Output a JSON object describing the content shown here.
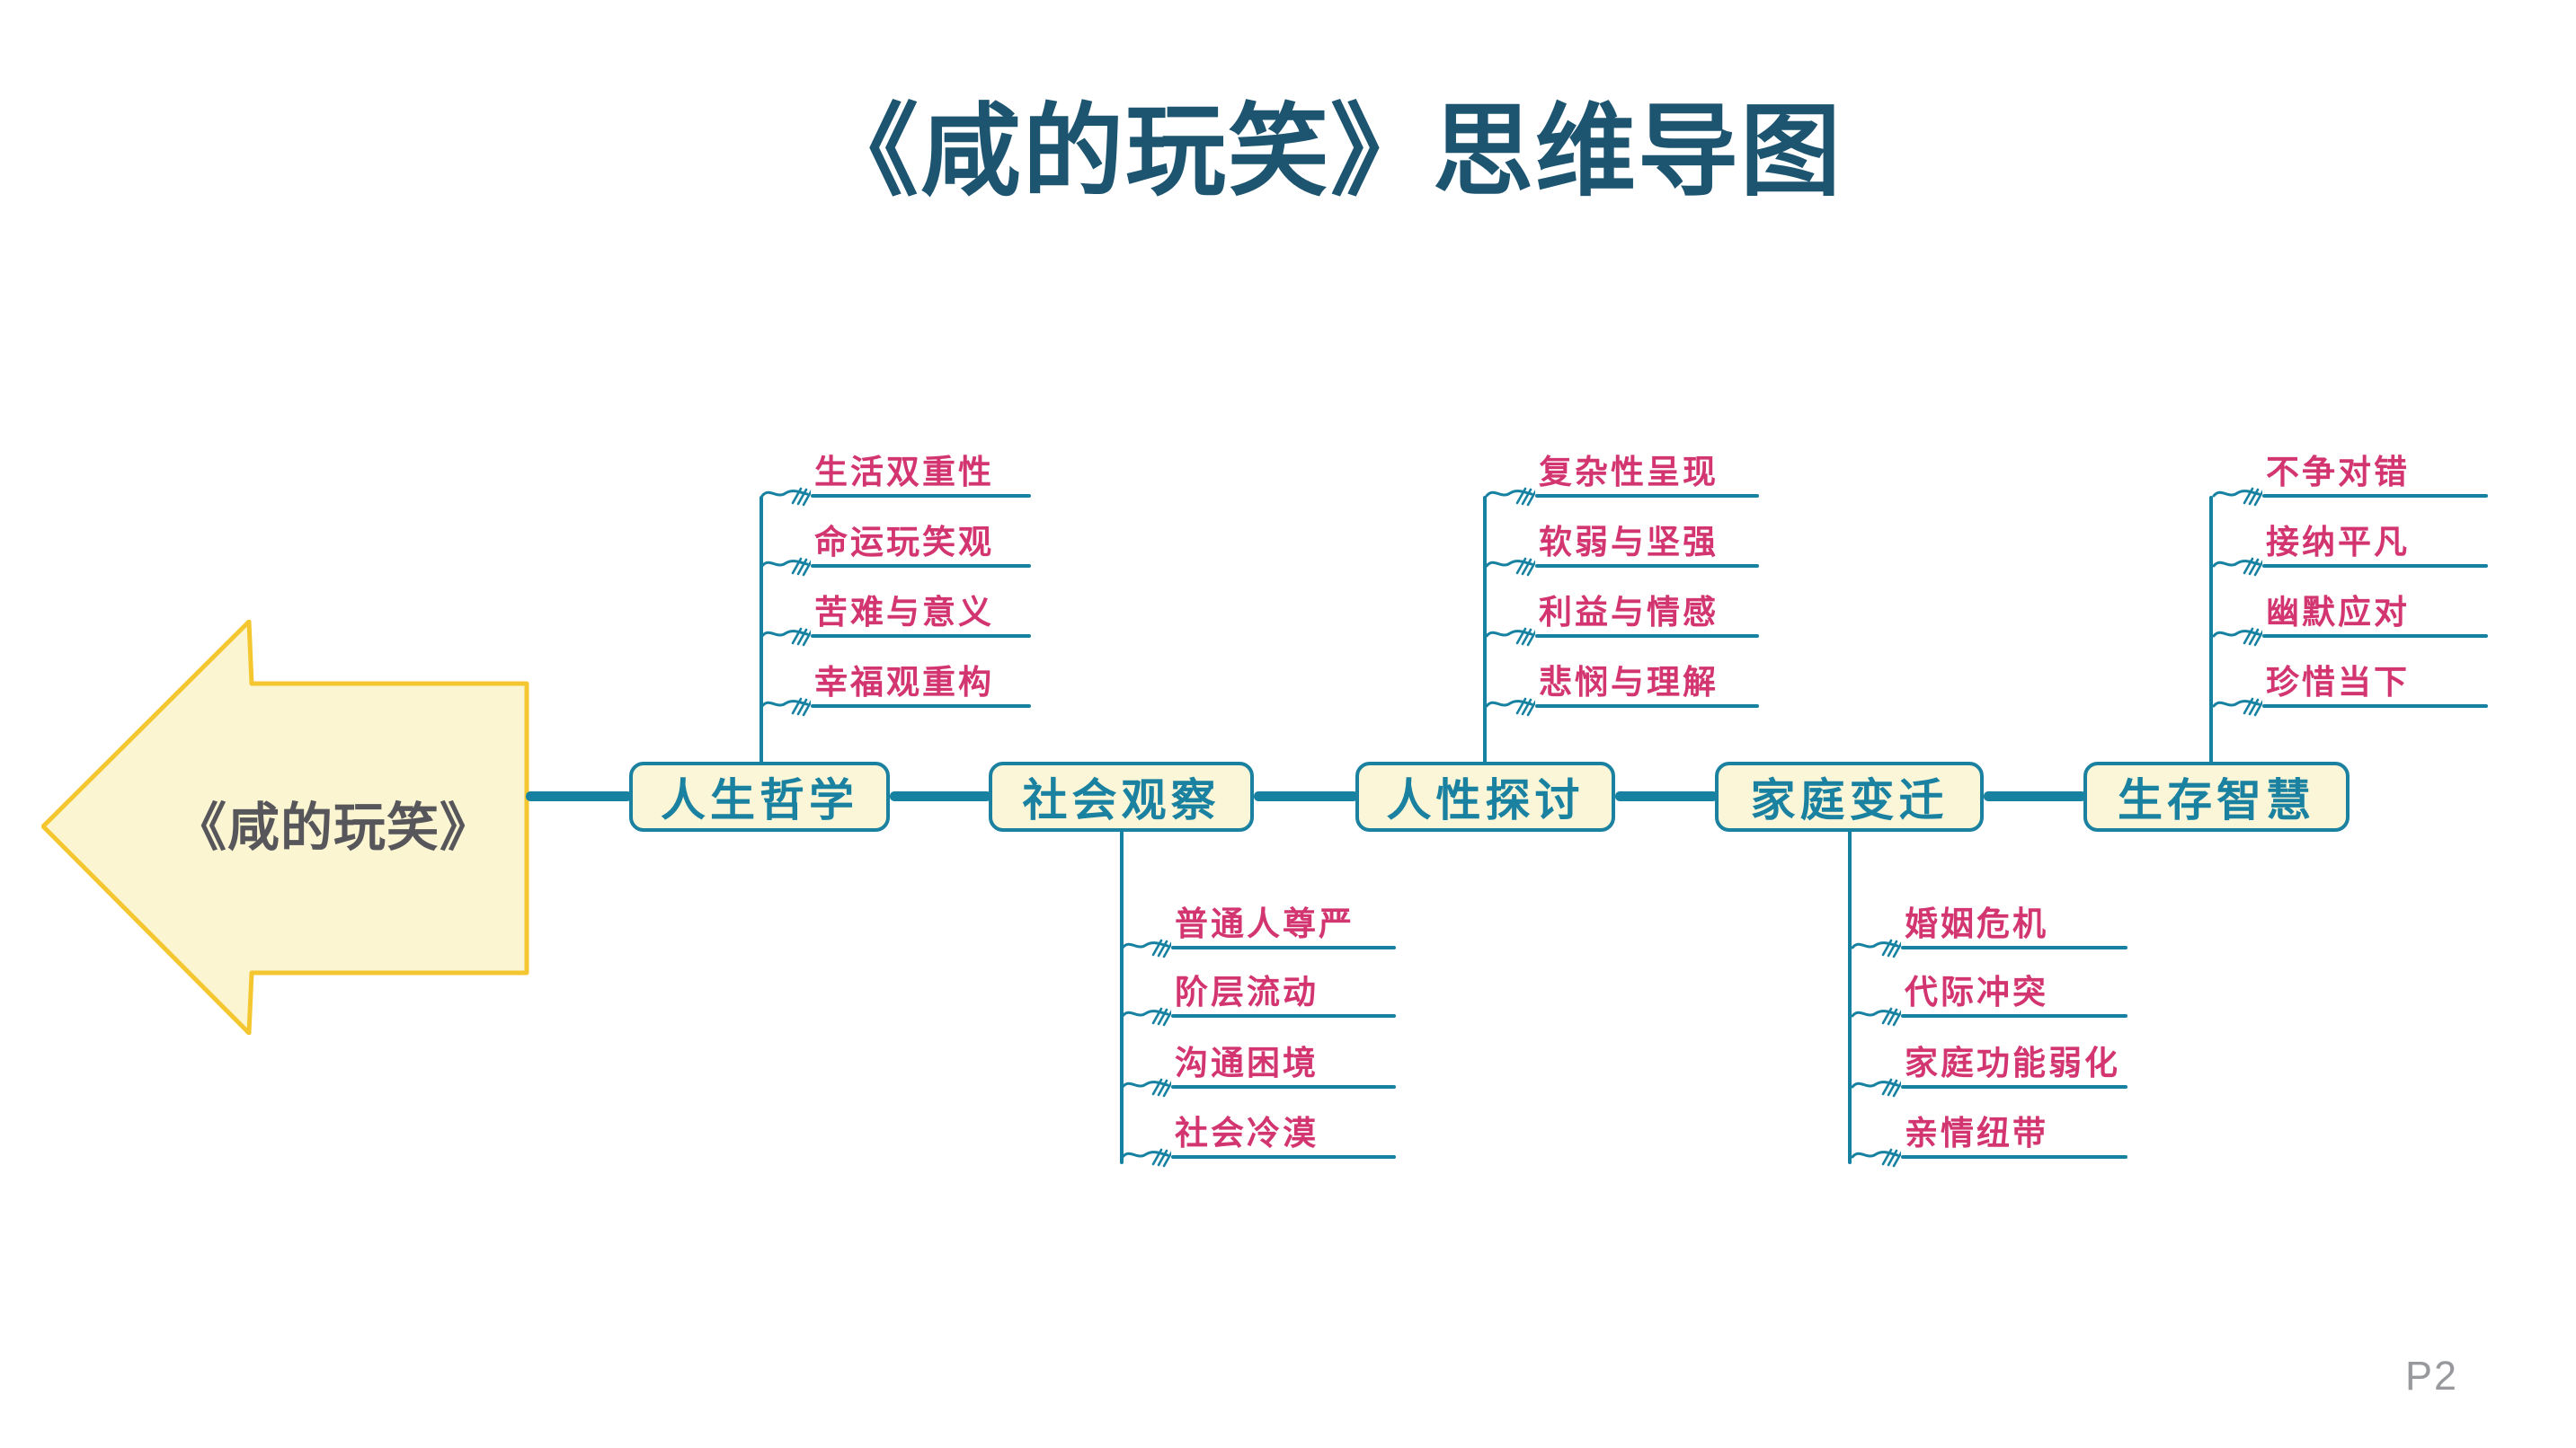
{
  "page": {
    "title": "《咸的玩笑》思维导图",
    "page_number": "P2"
  },
  "root": {
    "label": "《咸的玩笑》"
  },
  "branches": [
    {
      "label": "人生哲学",
      "position": "above",
      "items": [
        "生活双重性",
        "命运玩笑观",
        "苦难与意义",
        "幸福观重构"
      ]
    },
    {
      "label": "社会观察",
      "position": "below",
      "items": [
        "普通人尊严",
        "阶层流动",
        "沟通困境",
        "社会冷漠"
      ]
    },
    {
      "label": "人性探讨",
      "position": "above",
      "items": [
        "复杂性呈现",
        "软弱与坚强",
        "利益与情感",
        "悲悯与理解"
      ]
    },
    {
      "label": "家庭变迁",
      "position": "below",
      "items": [
        "婚姻危机",
        "代际冲突",
        "家庭功能弱化",
        "亲情纽带"
      ]
    },
    {
      "label": "生存智慧",
      "position": "above",
      "items": [
        "不争对错",
        "接纳平凡",
        "幽默应对",
        "珍惜当下"
      ]
    }
  ],
  "colors": {
    "title": "#1D5470",
    "teal_line": "#1681A1",
    "box_border": "#1B81A0",
    "box_fill": "#FAF6D7",
    "item_pink": "#D23570",
    "arrow_fill": "#FBF5D2",
    "arrow_border": "#F4C731",
    "arrow_text": "#57575B",
    "page_number_gray": "#97999C"
  }
}
